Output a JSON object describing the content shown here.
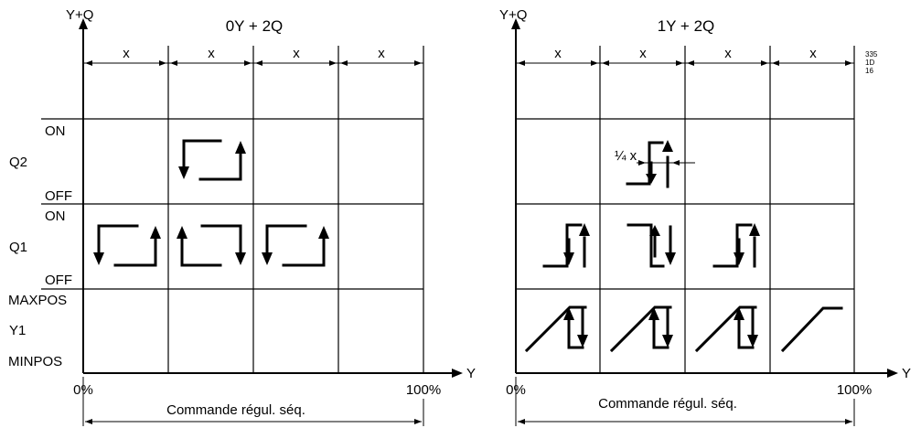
{
  "left": {
    "title": "0Y + 2Q",
    "y_axis_label": "Y+Q",
    "x_axis_label": "Y",
    "spacing_labels": [
      "x",
      "x",
      "x",
      "x"
    ],
    "row_labels": {
      "q2_on": "ON",
      "q2_name": "Q2",
      "q2_off": "OFF",
      "q1_on": "ON",
      "q1_name": "Q1",
      "q1_off": "OFF",
      "y1_max": "MAXPOS",
      "y1_name": "Y1",
      "y1_min": "MINPOS"
    },
    "x_start": "0%",
    "x_end": "100%",
    "bottom_caption": "Commande régul. séq."
  },
  "right": {
    "title": "1Y + 2Q",
    "y_axis_label": "Y+Q",
    "x_axis_label": "Y",
    "spacing_labels": [
      "x",
      "x",
      "x",
      "x"
    ],
    "hysteresis_label": "¼ x",
    "x_start": "0%",
    "x_end": "100%",
    "bottom_caption": "Commande régul. séq.",
    "figure_ref": [
      "335",
      "1D",
      "16"
    ]
  }
}
